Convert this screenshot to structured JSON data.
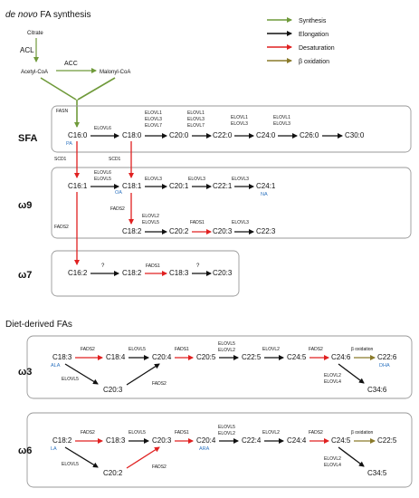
{
  "title": {
    "italic": "de novo",
    "rest": " FA synthesis"
  },
  "diet_title": "Diet-derived FAs",
  "colors": {
    "synthesis": "#6f9a3a",
    "elongation": "#111111",
    "desaturation": "#e02020",
    "beta_oxidation": "#8a7a2a",
    "note": "#2e74c0",
    "panel_border": "#9a9a9a"
  },
  "legend": [
    {
      "key": "synthesis",
      "label": "Synthesis",
      "color": "#6f9a3a"
    },
    {
      "key": "elongation",
      "label": "Elongation",
      "color": "#111111"
    },
    {
      "key": "desaturation",
      "label": "Desaturation",
      "color": "#e02020"
    },
    {
      "key": "beta_oxidation",
      "label": "β oxidation",
      "color": "#8a7a2a"
    }
  ],
  "precursors": {
    "citrate": "Citrate",
    "acl": "ACL",
    "acetyl": "Acetyl-CoA",
    "acc": "ACC",
    "malonyl": "Malonyl-CoA",
    "fasn": "FASN"
  },
  "rows": {
    "sfa": "SFA",
    "w9": "ω9",
    "w7": "ω7",
    "w3": "ω3",
    "w6": "ω6"
  },
  "nodes": {
    "c16_0": "C16:0",
    "c18_0": "C18:0",
    "c20_0": "C20:0",
    "c22_0": "C22:0",
    "c24_0": "C24:0",
    "c26_0": "C26:0",
    "c30_0": "C30:0",
    "c16_1": "C16:1",
    "c18_1": "C18:1",
    "c20_1": "C20:1",
    "c22_1": "C22:1",
    "c24_1": "C24:1",
    "c18_2_w9": "C18:2",
    "c20_2_w9": "C20:2",
    "c20_3_w9": "C20:3",
    "c22_3_w9": "C22:3",
    "c16_2": "C16:2",
    "c18_2_w7": "C18:2",
    "c18_3_w7": "C18:3",
    "c20_3_w7": "C20:3",
    "w3_c18_3": "C18:3",
    "w3_c18_4": "C18:4",
    "w3_c20_4": "C20:4",
    "w3_c20_5": "C20:5",
    "w3_c22_5": "C22:5",
    "w3_c24_5": "C24:5",
    "w3_c24_6": "C24:6",
    "w3_c22_6": "C22:6",
    "w3_c20_3": "C20:3",
    "w3_c34_6": "C34:6",
    "w6_c18_2": "C18:2",
    "w6_c18_3": "C18:3",
    "w6_c20_3": "C20:3",
    "w6_c20_4": "C20:4",
    "w6_c22_4": "C22:4",
    "w6_c24_4": "C24:4",
    "w6_c24_5": "C24:5",
    "w6_c22_5": "C22:5",
    "w6_c20_2": "C20:2",
    "w6_c34_5": "C34:5"
  },
  "notes": {
    "pa": "PA",
    "oa": "OA",
    "na": "NA",
    "ala": "ALA",
    "dha": "DHA",
    "la": "LA",
    "ara": "ARA"
  },
  "enzymes": {
    "sfa_elovl6": "ELOVL6",
    "sfa_18_20": [
      "ELOVL1",
      "ELOVL3",
      "ELOVL7"
    ],
    "sfa_20_22": [
      "ELOVL1",
      "ELOVL3",
      "ELOVL7"
    ],
    "sfa_22_24": [
      "ELOVL1",
      "ELOVL3"
    ],
    "sfa_24_26": [
      "ELOVL1",
      "ELOVL3"
    ],
    "scd1_a": "SCD1",
    "scd1_b": "SCD1",
    "w9_16_18": [
      "ELOVL6",
      "ELOVL5"
    ],
    "w9_18_20": "ELOVL3",
    "w9_20_22": "ELOVL3",
    "w9_22_24": "ELOVL3",
    "w9_fads2_down": "FADS2",
    "w9_18_20b": [
      "ELOVL2",
      "ELOVL5"
    ],
    "w9_fads1": "FADS1",
    "w9_20_22b": "ELOVL3",
    "fads2_w7": "FADS2",
    "w7_q1": "?",
    "w7_fads1": "FADS1",
    "w7_q2": "?",
    "w3_fads2_a": "FADS2",
    "w3_elovl5_a": "ELOVL5",
    "w3_fads1": "FADS1",
    "w3_20_22": [
      "ELOVL5",
      "ELOVL2"
    ],
    "w3_22_24": "ELOVL2",
    "w3_fads2_b": "FADS2",
    "w3_beta": "β oxidation",
    "w3_elovl5_b": "ELOVL5",
    "w3_fads2_c": "FADS2",
    "w3_24_34": [
      "ELOVL2",
      "ELOVL4"
    ],
    "w6_fads2_a": "FADS2",
    "w6_elovl5_a": "ELOVL5",
    "w6_fads1": "FADS1",
    "w6_20_22": [
      "ELOVL5",
      "ELOVL2"
    ],
    "w6_22_24": "ELOVL2",
    "w6_fads2_b": "FADS2",
    "w6_beta": "β oxidation",
    "w6_elovl5_b": "ELOVL5",
    "w6_fads2_c": "FADS2",
    "w6_24_34": [
      "ELOVL2",
      "ELOVL4"
    ]
  }
}
